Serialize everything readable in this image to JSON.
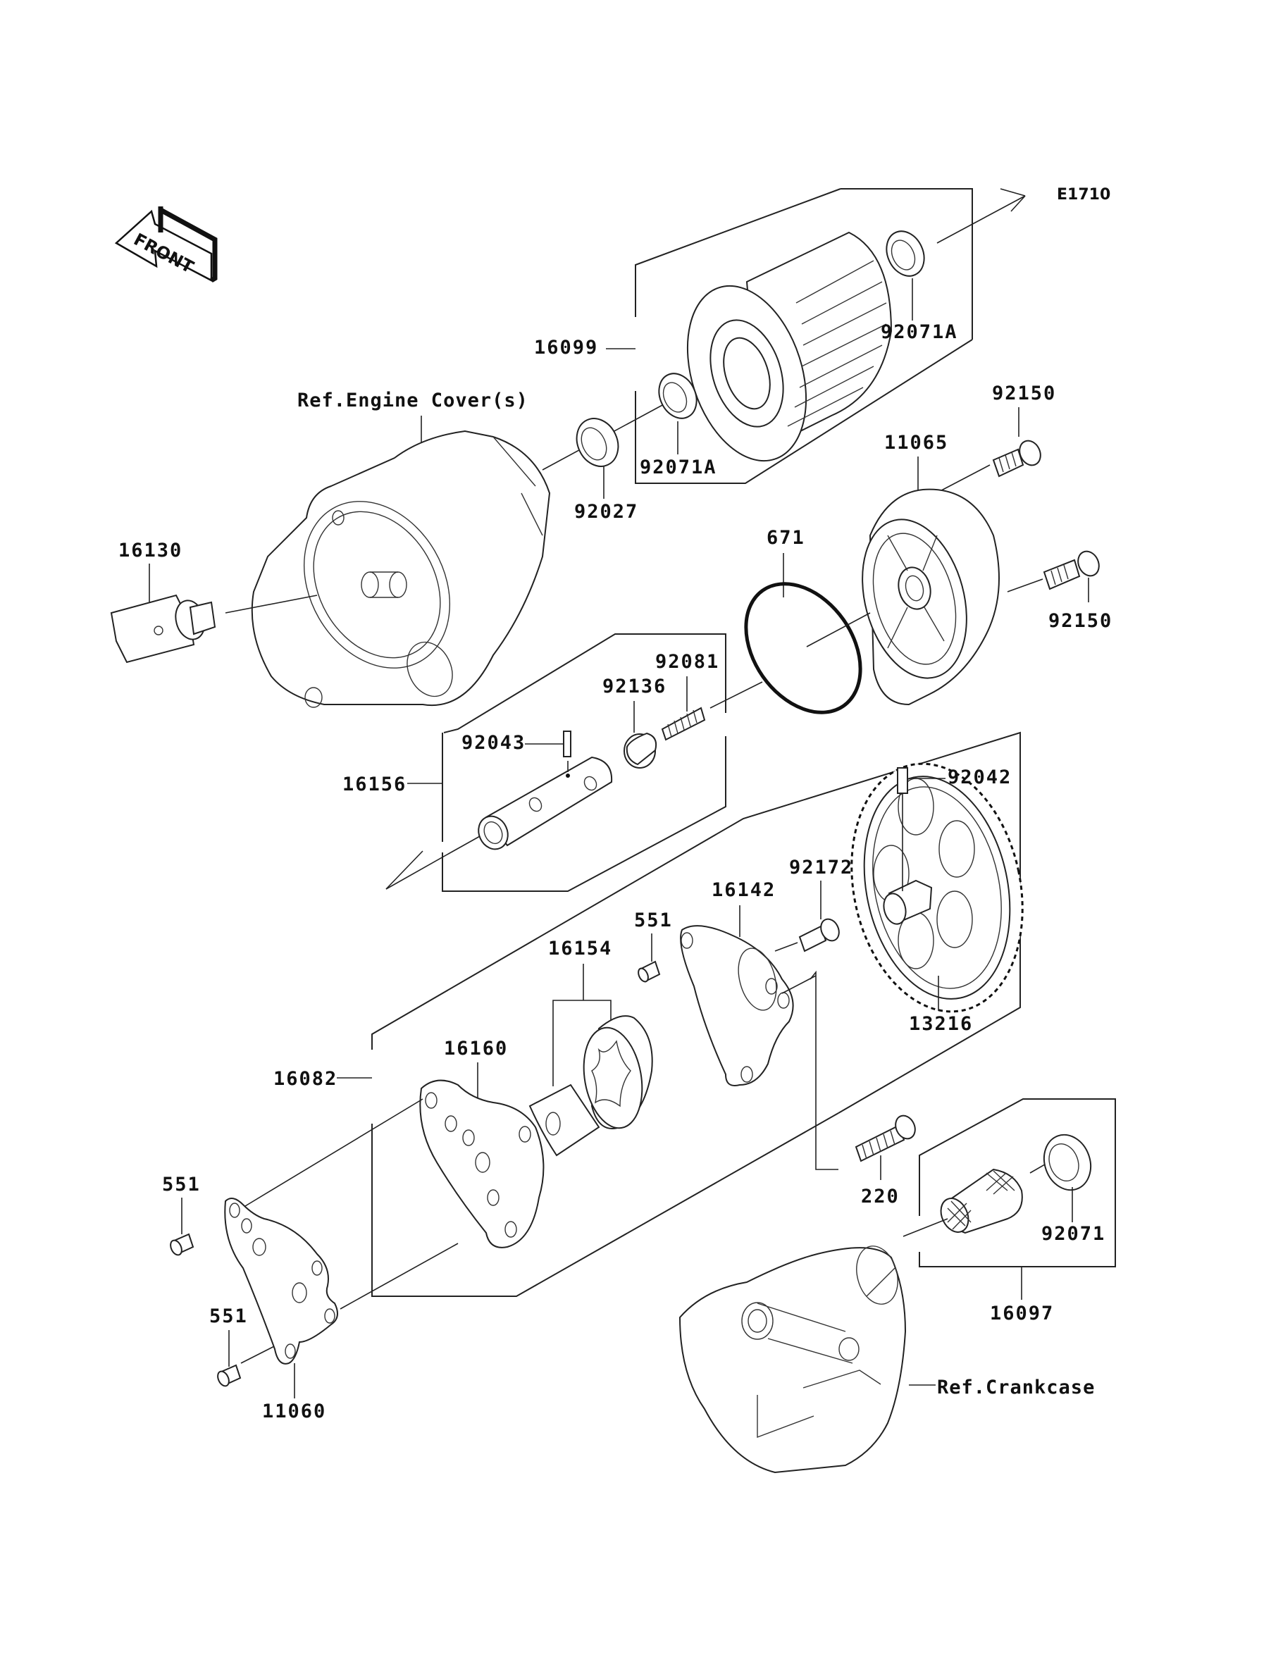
{
  "diagram": {
    "code": "E1710",
    "front_label": "FRONT",
    "references": {
      "engine_cover": "Ref.Engine Cover(s)",
      "crankcase": "Ref.Crankcase"
    },
    "parts": {
      "p16099": "16099",
      "p92071A_top": "92071A",
      "p92071A_mid": "92071A",
      "p92027": "92027",
      "p92150_top": "92150",
      "p11065": "11065",
      "p92150_bottom": "92150",
      "p16130": "16130",
      "p671": "671",
      "p92081": "92081",
      "p92136": "92136",
      "p92043": "92043",
      "p16156": "16156",
      "p92042": "92042",
      "p92172": "92172",
      "p16142": "16142",
      "p551_top": "551",
      "p16154": "16154",
      "p13216": "13216",
      "p16160": "16160",
      "p16082": "16082",
      "p220": "220",
      "p551_left": "551",
      "p551_lower": "551",
      "p11060": "11060",
      "p92071": "92071",
      "p16097": "16097"
    }
  }
}
